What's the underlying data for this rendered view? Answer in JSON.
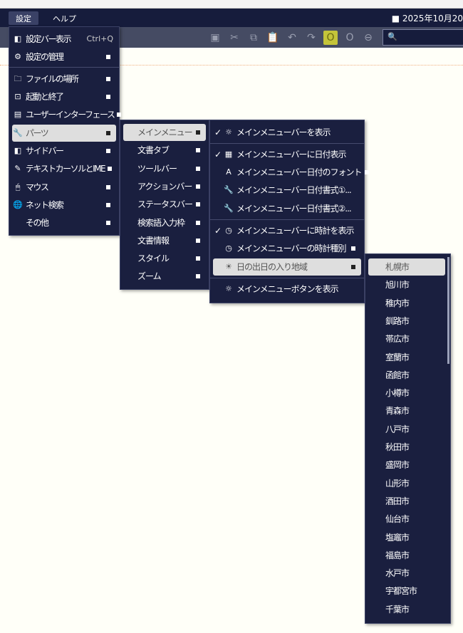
{
  "menubar": {
    "items": [
      "設定",
      "ヘルプ"
    ],
    "date": "2025年10月20"
  },
  "toolbar": {
    "icons": [
      "save-icon",
      "cut-icon",
      "copy-icon",
      "paste-icon",
      "undo-icon",
      "redo-icon",
      "highlight-o-icon",
      "o-icon",
      "strike-o-icon"
    ],
    "search_icon": "🔍"
  },
  "menu1": {
    "items": [
      {
        "icon": "◧",
        "label": "設定バー表示",
        "shortcut": "Ctrl+Q"
      },
      {
        "icon": "⚙",
        "label": "設定の管理",
        "sub": true
      },
      {
        "icon": "🗀",
        "label": "ファイルの場所",
        "sub": true
      },
      {
        "icon": "⊡",
        "label": "起動と終了",
        "sub": true
      },
      {
        "icon": "▤",
        "label": "ユーザーインターフェース",
        "sub": true
      },
      {
        "icon": "🔧",
        "label": "パーツ",
        "sub": true
      },
      {
        "icon": "◧",
        "label": "サイドバー",
        "sub": true
      },
      {
        "icon": "✎",
        "label": "テキストカーソルとIME",
        "sub": true
      },
      {
        "icon": "🖱",
        "label": "マウス",
        "sub": true
      },
      {
        "icon": "🌐",
        "label": "ネット検索",
        "sub": true
      },
      {
        "icon": "",
        "label": "その他",
        "sub": true
      }
    ]
  },
  "menu2": {
    "items": [
      "メインメニュー",
      "文書タブ",
      "ツールバー",
      "アクションバー",
      "ステータスバー",
      "検索語入力枠",
      "文書情報",
      "スタイル",
      "ズーム"
    ]
  },
  "menu3": {
    "items": [
      {
        "check": "✓",
        "icon": "☼",
        "label": "メインメニューバーを表示"
      },
      {
        "check": "✓",
        "icon": "▦",
        "label": "メインメニューバーに日付表示"
      },
      {
        "check": "",
        "icon": "A",
        "label": "メインメニューバー日付のフォント",
        "sub": true
      },
      {
        "check": "",
        "icon": "🔧",
        "label": "メインメニューバー日付書式①..."
      },
      {
        "check": "",
        "icon": "🔧",
        "label": "メインメニューバー日付書式②..."
      },
      {
        "check": "✓",
        "icon": "◷",
        "label": "メインメニューバーに時計を表示"
      },
      {
        "check": "",
        "icon": "◷",
        "label": "メインメニューバーの時計種別",
        "sub": true
      },
      {
        "check": "",
        "icon": "☀",
        "label": "日の出日の入り地域",
        "sub": true
      },
      {
        "check": "",
        "icon": "☼",
        "label": "メインメニューボタンを表示"
      }
    ]
  },
  "menu4": {
    "items": [
      "札幌市",
      "旭川市",
      "稚内市",
      "釧路市",
      "帯広市",
      "室蘭市",
      "函館市",
      "小樽市",
      "青森市",
      "八戸市",
      "秋田市",
      "盛岡市",
      "山形市",
      "酒田市",
      "仙台市",
      "塩竈市",
      "福島市",
      "水戸市",
      "宇都宮市",
      "千葉市"
    ]
  }
}
